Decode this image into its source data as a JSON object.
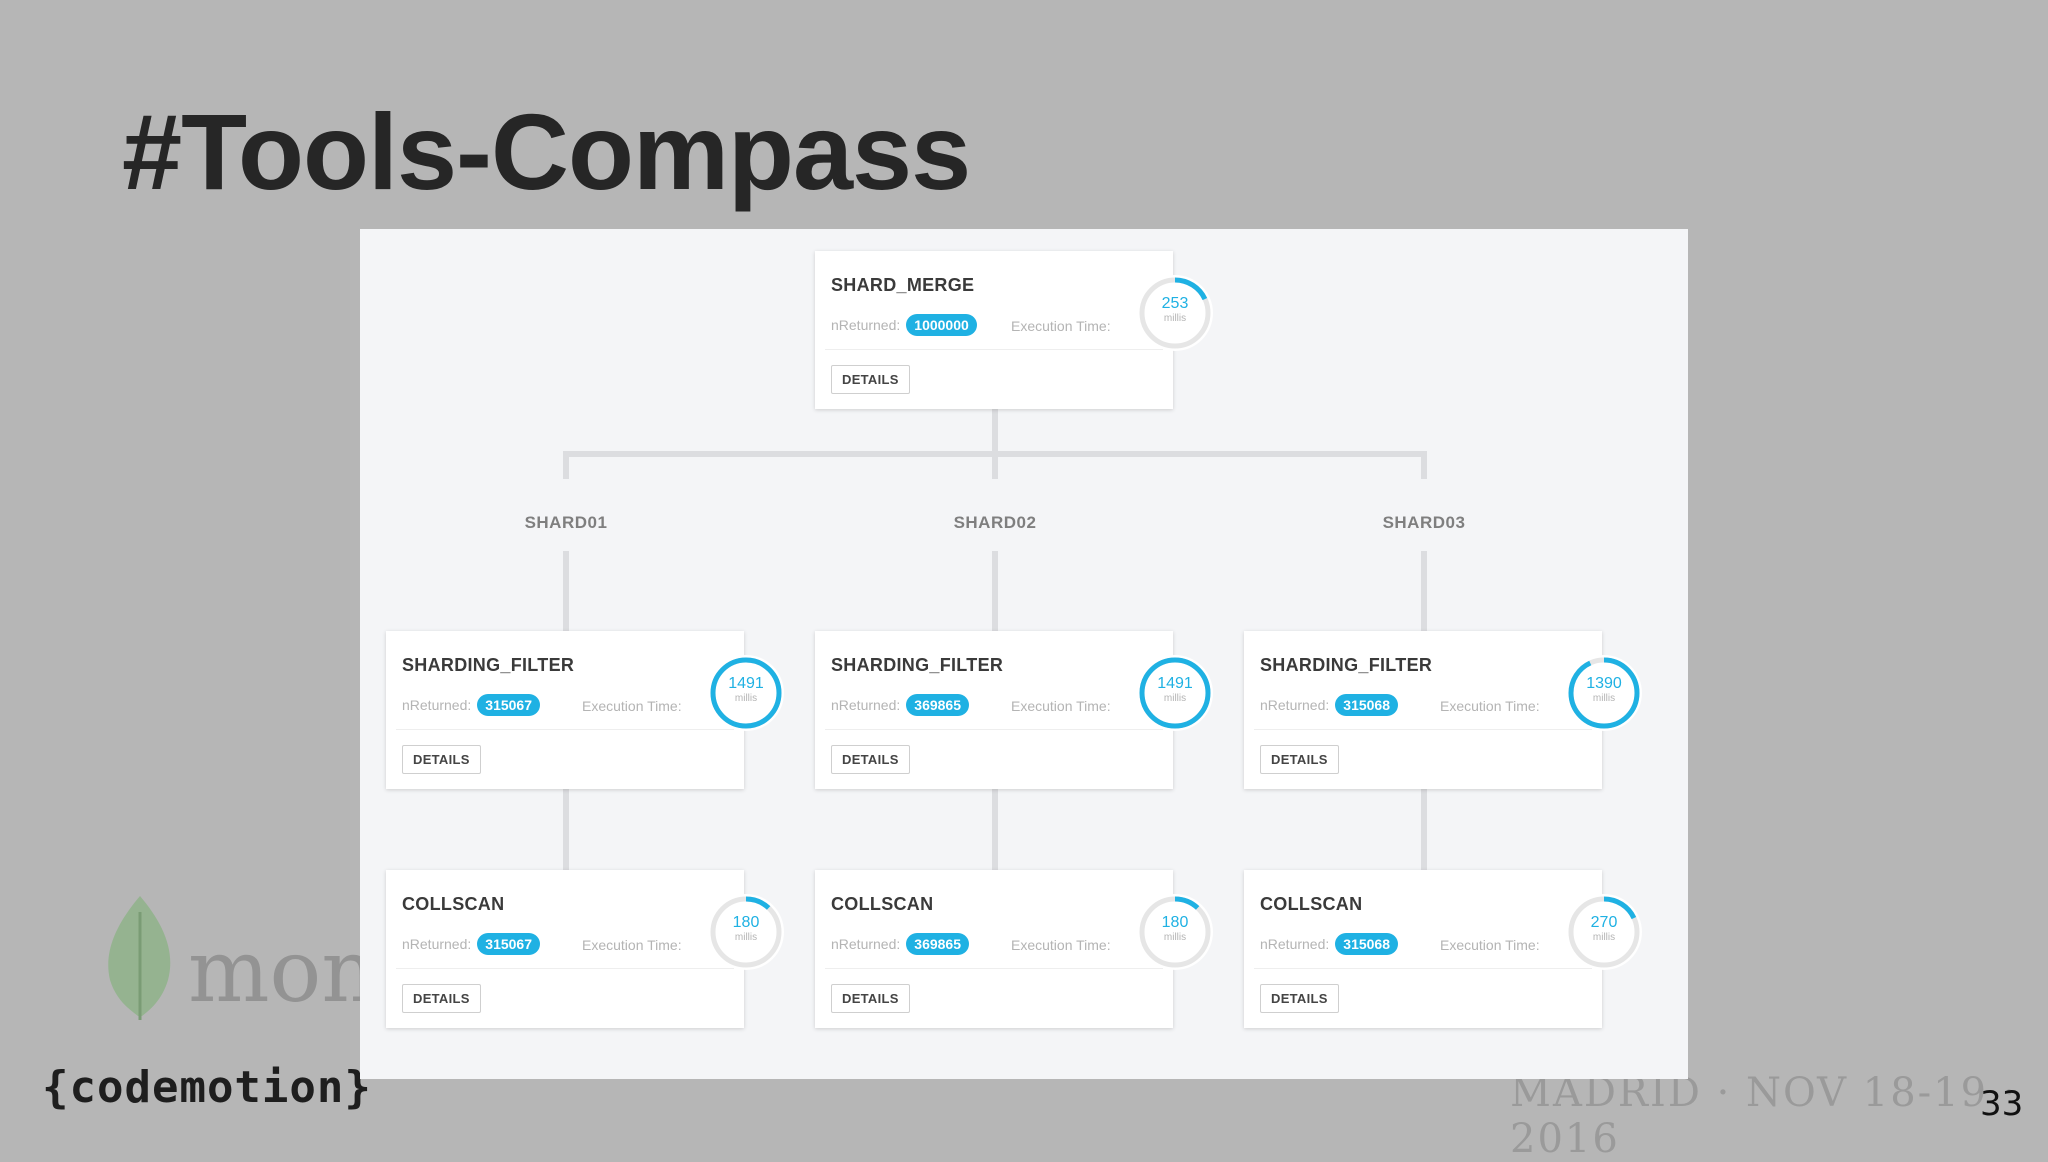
{
  "slide": {
    "title": "#Tools-Compass",
    "watermark_text": "mon",
    "codemotion_logo": "{codemotion}",
    "event_info": "MADRID · NOV 18-19 · 2016",
    "page_number": "33"
  },
  "colors": {
    "background": "#b6b6b6",
    "accent": "#1fb1e3",
    "panel": "#f4f5f7",
    "card": "#ffffff"
  },
  "plan": {
    "returned_label": "nReturned:",
    "exec_label": "Execution Time:",
    "time_unit": "millis",
    "details_label": "DETAILS",
    "shard_labels": [
      "SHARD01",
      "SHARD02",
      "SHARD03"
    ],
    "root": {
      "stage": "SHARD_MERGE",
      "nReturned": "1000000",
      "time": "253",
      "time_fraction": 0.18
    },
    "filters": [
      {
        "stage": "SHARDING_FILTER",
        "nReturned": "315067",
        "time": "1491",
        "time_fraction": 1.0
      },
      {
        "stage": "SHARDING_FILTER",
        "nReturned": "369865",
        "time": "1491",
        "time_fraction": 1.0
      },
      {
        "stage": "SHARDING_FILTER",
        "nReturned": "315068",
        "time": "1390",
        "time_fraction": 0.93
      }
    ],
    "scans": [
      {
        "stage": "COLLSCAN",
        "nReturned": "315067",
        "time": "180",
        "time_fraction": 0.12
      },
      {
        "stage": "COLLSCAN",
        "nReturned": "369865",
        "time": "180",
        "time_fraction": 0.12
      },
      {
        "stage": "COLLSCAN",
        "nReturned": "315068",
        "time": "270",
        "time_fraction": 0.18
      }
    ]
  }
}
